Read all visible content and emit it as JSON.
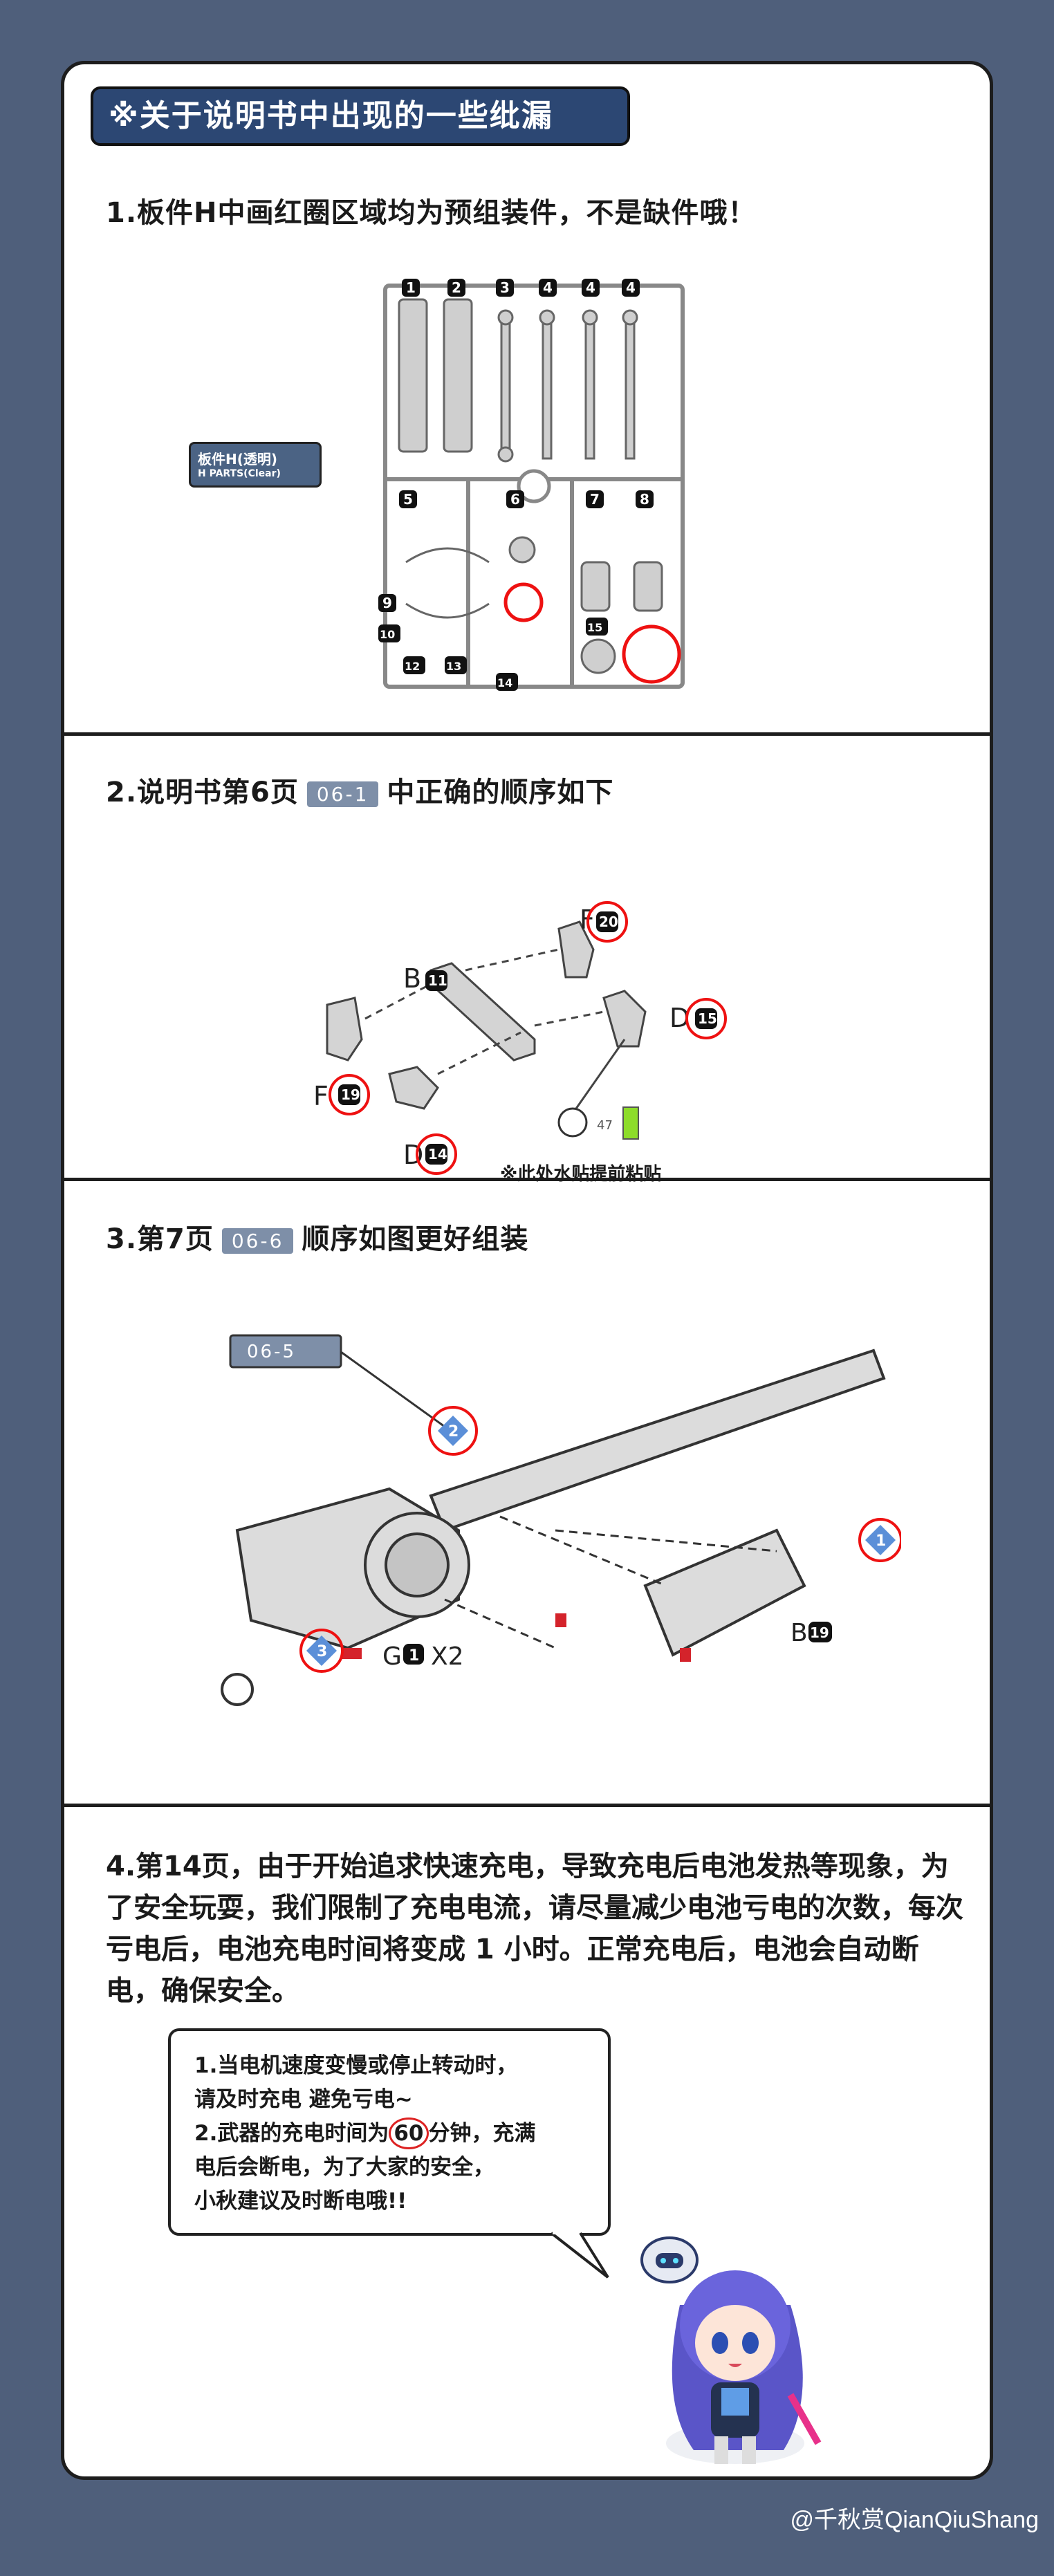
{
  "banner": {
    "title": "※关于说明书中出现的一些纰漏"
  },
  "section1": {
    "heading": "1.板件H中画红圈区域均为预组装件，不是缺件哦！",
    "tag_cn": "板件H(透明)",
    "tag_en": "H PARTS(Clear)",
    "part_numbers": [
      "1",
      "2",
      "3",
      "4",
      "4",
      "4",
      "5",
      "6",
      "7",
      "8",
      "9",
      "10",
      "12",
      "13",
      "14",
      "15"
    ]
  },
  "section2": {
    "heading_pre": "2.说明书第6页",
    "ref": "06-1",
    "heading_post": "中正确的顺序如下",
    "labels": {
      "b": "B",
      "b_num": "11",
      "f_top": "F",
      "f_top_num": "20",
      "d_right": "D",
      "d_right_num": "15",
      "f_left": "F",
      "f_left_num": "19",
      "d_bottom": "D",
      "d_bottom_num": "14"
    },
    "sticker_num": "47",
    "note": "※此处水贴提前粘贴"
  },
  "section3": {
    "heading_pre": "3.第7页",
    "ref": "06-6",
    "heading_post": "顺序如图更好组装",
    "callout": "06-5",
    "step2": "2",
    "step3": "3",
    "step1": "1",
    "g_letter": "G",
    "g_num": "1",
    "g_qty": "X2",
    "b_letter": "B",
    "b_num": "19"
  },
  "section4": {
    "paragraph": "4.第14页，由于开始追求快速充电，导致充电后电池发热等现象，为了安全玩耍，我们限制了充电电流，请尽量减少电池亏电的次数，每次亏电后，电池充电时间将变成 1 小时。正常充电后，电池会自动断电，确保安全。",
    "bubble": {
      "line1": "1.当电机速度变慢或停止转动时，",
      "line2": "请及时充电 避免亏电~",
      "line3_pre": "2.武器的充电时间为",
      "line3_num": "60",
      "line3_post": "分钟，充满",
      "line4": "电后会断电，为了大家的安全，",
      "line5": "小秋建议及时断电哦!!"
    }
  },
  "watermark": "@千秋赏QianQiuShang"
}
